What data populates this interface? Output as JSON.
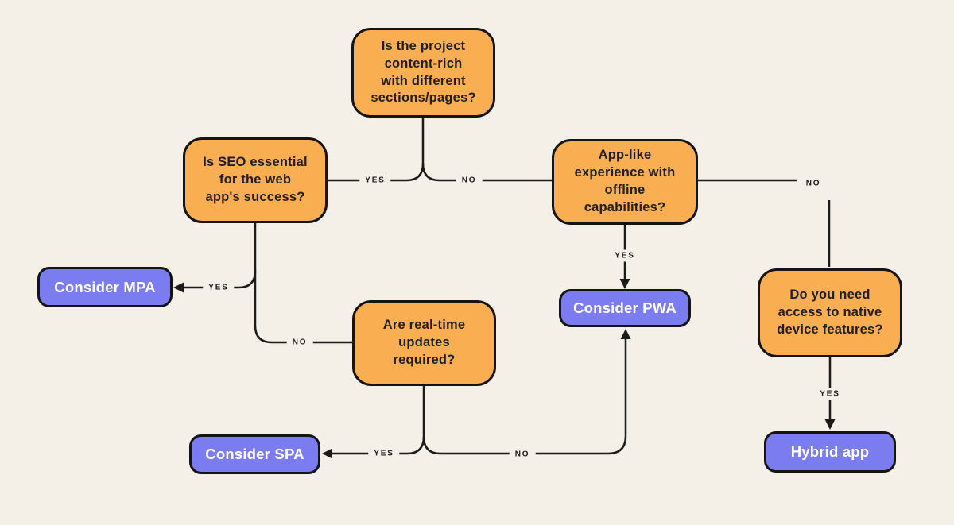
{
  "diagram": {
    "bg_color": "#f4f0e8",
    "line_color": "#1b1b1b",
    "question_fill": "#f9ae51",
    "answer_fill": "#7b7cf0",
    "question_text_color": "#1f1f1f",
    "answer_text_color": "#ffffff"
  },
  "nodes": {
    "q_content_rich": {
      "label": "Is the project\ncontent-rich\nwith different\nsections/pages?",
      "type": "question"
    },
    "q_seo": {
      "label": "Is SEO essential\nfor the web\napp's success?",
      "type": "question"
    },
    "q_applike": {
      "label": "App-like\nexperience with\noffline\ncapabilities?",
      "type": "question"
    },
    "q_realtime": {
      "label": "Are real-time\nupdates\nrequired?",
      "type": "question"
    },
    "q_native": {
      "label": "Do you need\naccess to native\ndevice features?",
      "type": "question"
    },
    "a_mpa": {
      "label": "Consider MPA",
      "type": "answer"
    },
    "a_spa": {
      "label": "Consider SPA",
      "type": "answer"
    },
    "a_pwa": {
      "label": "Consider PWA",
      "type": "answer"
    },
    "a_hybrid": {
      "label": "Hybrid app",
      "type": "answer"
    }
  },
  "edge_labels": {
    "content_yes": "YES",
    "content_no": "NO",
    "seo_yes": "YES",
    "seo_no": "NO",
    "applike_yes": "YES",
    "applike_no": "NO",
    "realtime_yes": "YES",
    "realtime_no": "NO",
    "native_yes": "YES"
  }
}
